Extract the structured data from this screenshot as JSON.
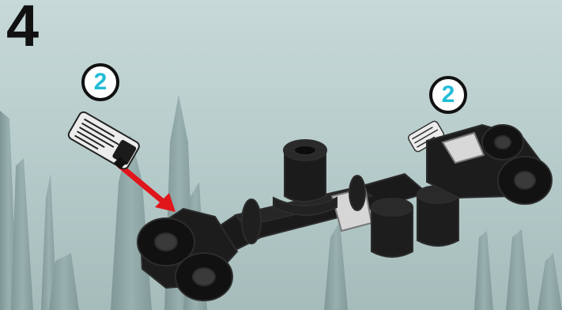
{
  "instruction": {
    "step_number": "4",
    "callouts": [
      {
        "quantity": "2"
      },
      {
        "quantity": "2"
      }
    ]
  },
  "colors": {
    "sky": "#b8cfcf",
    "spires": "#8fa7a7",
    "part_black": "#151515",
    "pin_white": "#ececec",
    "arrow_red": "#e0161b",
    "badge_number": "#22bcd6"
  },
  "icons": [
    "friction-pin-icon",
    "insert-arrow-icon"
  ]
}
